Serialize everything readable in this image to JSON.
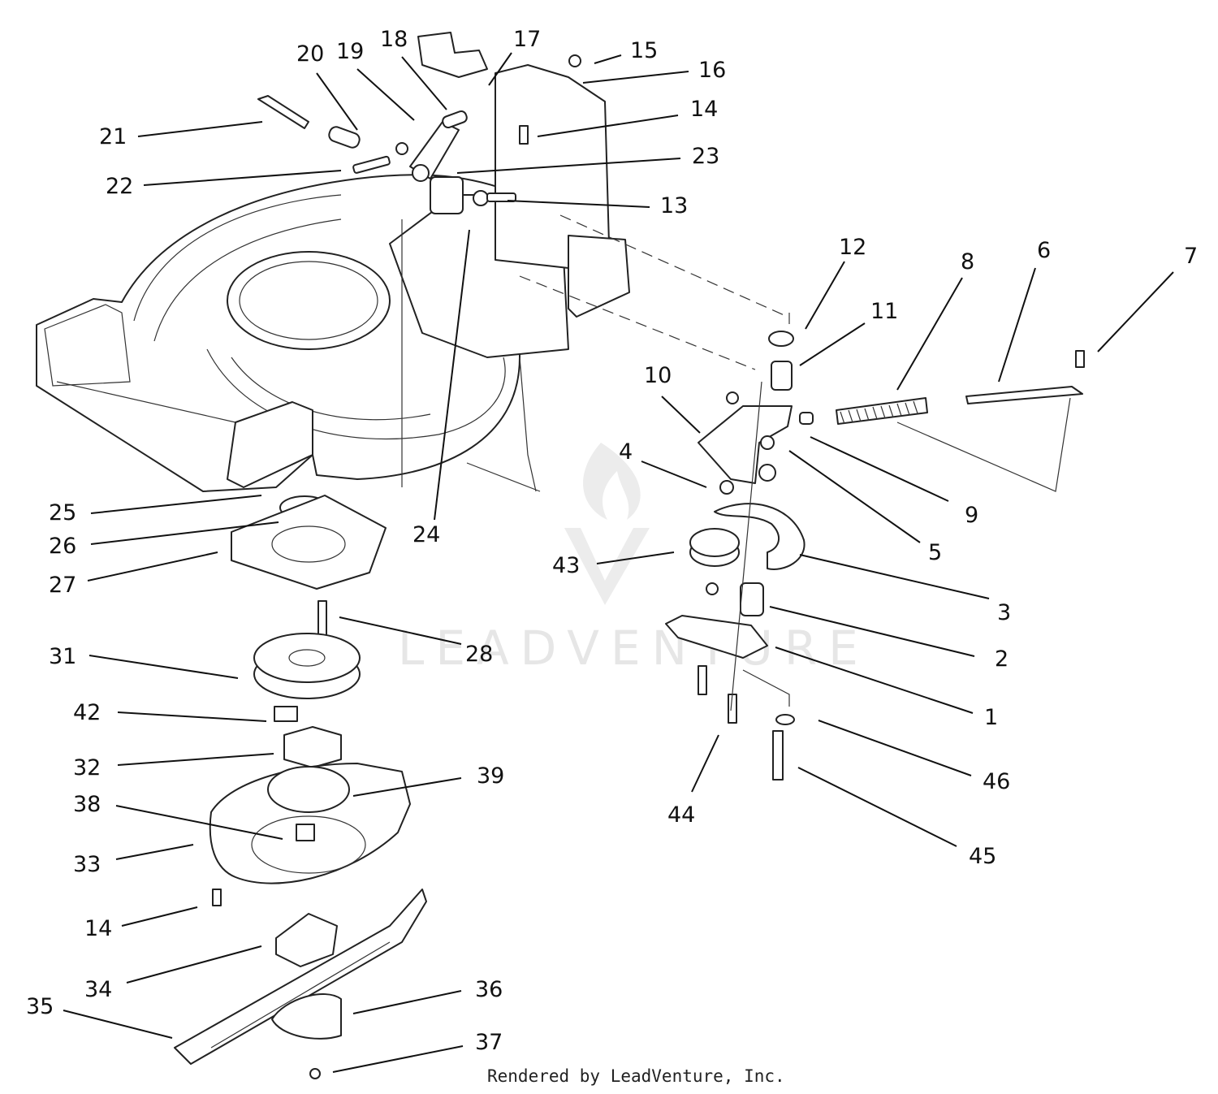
{
  "watermark": {
    "text": "LEADVENTURE"
  },
  "credit": "Rendered by LeadVenture, Inc.",
  "callouts": [
    {
      "id": "20",
      "label": "20"
    },
    {
      "id": "19",
      "label": "19"
    },
    {
      "id": "18",
      "label": "18"
    },
    {
      "id": "17",
      "label": "17"
    },
    {
      "id": "15",
      "label": "15"
    },
    {
      "id": "16",
      "label": "16"
    },
    {
      "id": "21",
      "label": "21"
    },
    {
      "id": "14a",
      "label": "14"
    },
    {
      "id": "22",
      "label": "22"
    },
    {
      "id": "23",
      "label": "23"
    },
    {
      "id": "13",
      "label": "13"
    },
    {
      "id": "12",
      "label": "12"
    },
    {
      "id": "8",
      "label": "8"
    },
    {
      "id": "6",
      "label": "6"
    },
    {
      "id": "7",
      "label": "7"
    },
    {
      "id": "11",
      "label": "11"
    },
    {
      "id": "10",
      "label": "10"
    },
    {
      "id": "4",
      "label": "4"
    },
    {
      "id": "9",
      "label": "9"
    },
    {
      "id": "25",
      "label": "25"
    },
    {
      "id": "24",
      "label": "24"
    },
    {
      "id": "5",
      "label": "5"
    },
    {
      "id": "26",
      "label": "26"
    },
    {
      "id": "43",
      "label": "43"
    },
    {
      "id": "27",
      "label": "27"
    },
    {
      "id": "3",
      "label": "3"
    },
    {
      "id": "28",
      "label": "28"
    },
    {
      "id": "2",
      "label": "2"
    },
    {
      "id": "31",
      "label": "31"
    },
    {
      "id": "1",
      "label": "1"
    },
    {
      "id": "42",
      "label": "42"
    },
    {
      "id": "32",
      "label": "32"
    },
    {
      "id": "39",
      "label": "39"
    },
    {
      "id": "46",
      "label": "46"
    },
    {
      "id": "38",
      "label": "38"
    },
    {
      "id": "44",
      "label": "44"
    },
    {
      "id": "45",
      "label": "45"
    },
    {
      "id": "33",
      "label": "33"
    },
    {
      "id": "14b",
      "label": "14"
    },
    {
      "id": "34",
      "label": "34"
    },
    {
      "id": "36",
      "label": "36"
    },
    {
      "id": "35",
      "label": "35"
    },
    {
      "id": "37",
      "label": "37"
    }
  ]
}
